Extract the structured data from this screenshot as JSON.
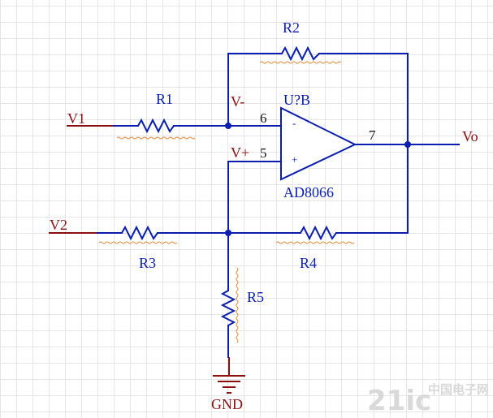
{
  "labels": {
    "r1": "R1",
    "r2": "R2",
    "r3": "R3",
    "r4": "R4",
    "r5": "R5",
    "v1": "V1",
    "v2": "V2",
    "vo": "Vo",
    "v_minus": "V-",
    "v_plus": "V+",
    "opamp_ref": "U?B",
    "opamp_part": "AD8066",
    "pin_inv": "6",
    "pin_noninv": "5",
    "pin_out": "7",
    "minus_sign": "-",
    "plus_sign": "+",
    "gnd": "GND"
  },
  "watermark": {
    "brand": "21ic",
    "site": "中国电子网"
  },
  "colors": {
    "wire": "#0a1fb0",
    "lead": "#8a1010",
    "underline": "#e08a3a"
  }
}
